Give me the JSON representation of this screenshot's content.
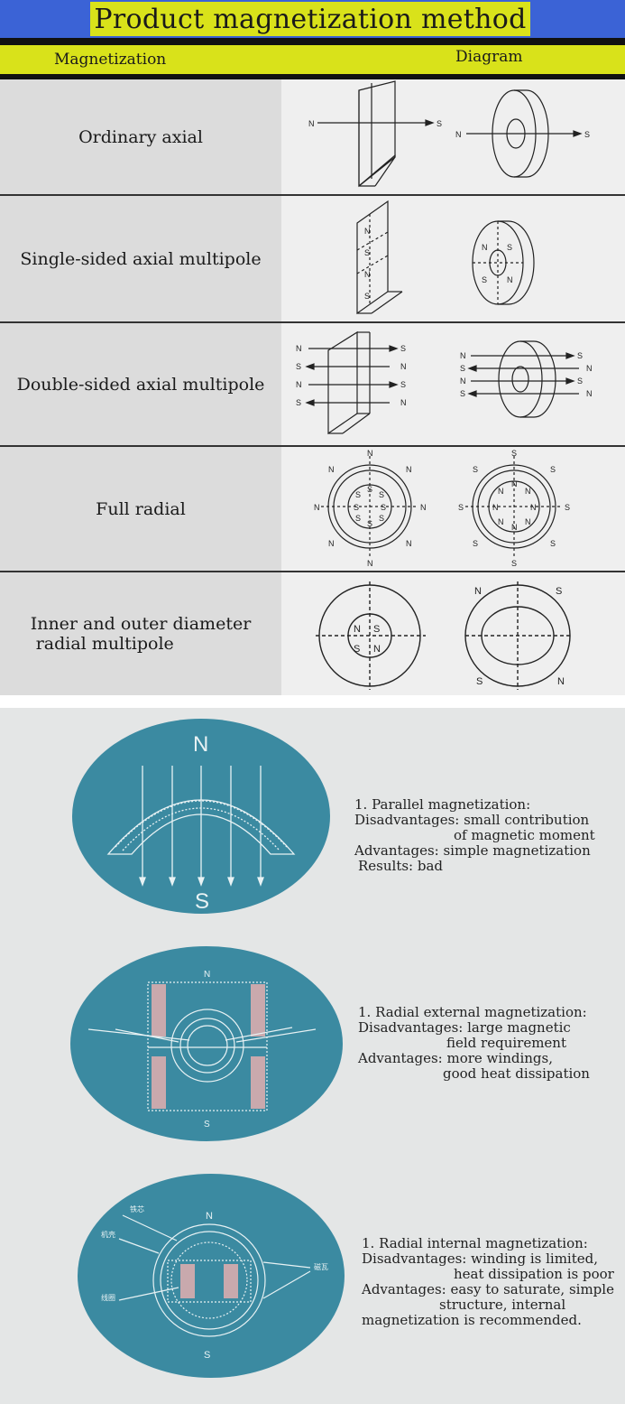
{
  "title": "Product magnetization method",
  "columns": {
    "magnetization": "Magnetization",
    "diagram": "Diagram"
  },
  "rows": [
    {
      "label": "Ordinary axial"
    },
    {
      "label": "Single-sided axial multipole"
    },
    {
      "label": "Double-sided axial multipole"
    },
    {
      "label": "Full radial"
    },
    {
      "label_line1": "Inner and outer diameter",
      "label_line2": "radial multipole"
    }
  ],
  "poles": {
    "n": "N",
    "s": "S"
  },
  "sections": [
    {
      "heading": "1. Parallel magnetization:",
      "disadvantages": "Disadvantages: small contribution",
      "disadvantages_cont": "of magnetic moment",
      "advantages": "Advantages: simple magnetization",
      "results": "Results: bad"
    },
    {
      "heading": "1. Radial external magnetization:",
      "disadvantages": "Disadvantages: large magnetic",
      "disadvantages_cont": "field requirement",
      "advantages": "Advantages: more windings,",
      "advantages_cont": "good heat dissipation"
    },
    {
      "heading": "1. Radial internal magnetization:",
      "disadvantages": "Disadvantages: winding is limited,",
      "disadvantages_cont": "heat dissipation is poor",
      "advantages": "Advantages: easy to saturate, simple",
      "advantages_cont": "structure, internal",
      "advantages_cont2": "magnetization is recommended."
    }
  ],
  "figure_labels": {
    "iron_core": "铁芯",
    "housing": "机壳",
    "magnet": "磁瓦",
    "coil": "线圈"
  },
  "colors": {
    "header_blue": "#3b63d6",
    "header_yellow": "#d9e21a",
    "ellipse_teal": "#3b8aa1"
  }
}
